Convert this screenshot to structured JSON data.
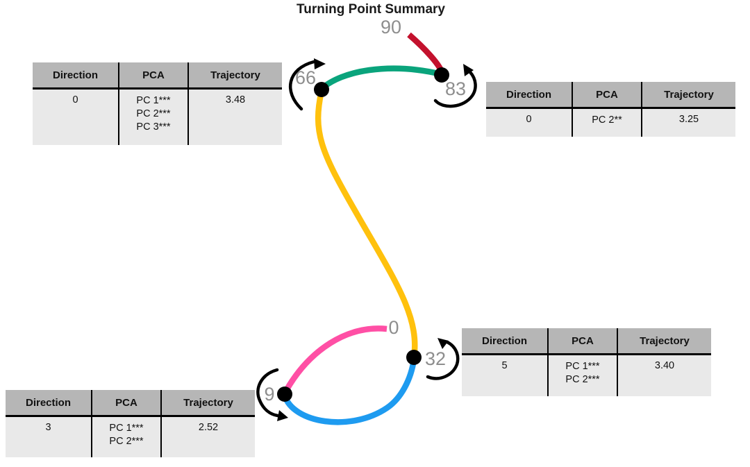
{
  "title": "Turning Point Summary",
  "diagram": {
    "points": [
      {
        "id": "start",
        "label": "0"
      },
      {
        "id": "tp-9",
        "label": "9"
      },
      {
        "id": "tp-32",
        "label": "32"
      },
      {
        "id": "tp-66",
        "label": "66"
      },
      {
        "id": "tp-83",
        "label": "83"
      },
      {
        "id": "end",
        "label": "90"
      }
    ],
    "segments": [
      {
        "from": "0",
        "to": "9",
        "color": "#ff4fa5"
      },
      {
        "from": "9",
        "to": "32",
        "color": "#1e9bf0"
      },
      {
        "from": "32",
        "to": "66",
        "color": "#ffc10d"
      },
      {
        "from": "66",
        "to": "83",
        "color": "#0aa47c"
      },
      {
        "from": "83",
        "to": "90",
        "color": "#c3112d"
      }
    ],
    "label_color": "#8e8e8e",
    "node_color": "#000000"
  },
  "tables": [
    {
      "position": "top-left",
      "headers": [
        "Direction",
        "PCA",
        "Trajectory"
      ],
      "direction": "0",
      "pca": "PC 1***\nPC 2***\nPC 3***",
      "trajectory": "3.48"
    },
    {
      "position": "top-right",
      "headers": [
        "Direction",
        "PCA",
        "Trajectory"
      ],
      "direction": "0",
      "pca": "PC 2**",
      "trajectory": "3.25"
    },
    {
      "position": "bottom-right",
      "headers": [
        "Direction",
        "PCA",
        "Trajectory"
      ],
      "direction": "5",
      "pca": "PC 1***\nPC 2***",
      "trajectory": "3.40"
    },
    {
      "position": "bottom-left",
      "headers": [
        "Direction",
        "PCA",
        "Trajectory"
      ],
      "direction": "3",
      "pca": "PC 1***\nPC 2***",
      "trajectory": "2.52"
    }
  ],
  "table_colors": {
    "header_bg": "#b6b6b6",
    "body_bg": "#e9e9e9"
  }
}
